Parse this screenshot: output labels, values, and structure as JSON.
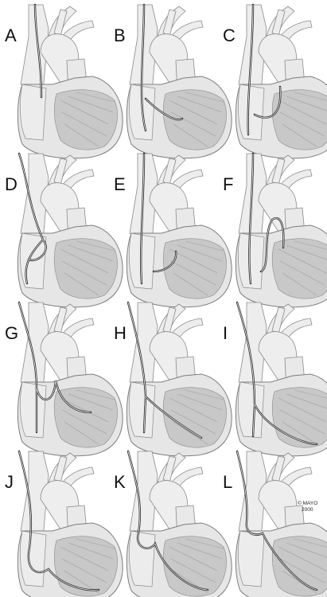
{
  "figure": {
    "panels": [
      {
        "label": "A",
        "catheter": "svc-down-to-ra"
      },
      {
        "label": "B",
        "catheter": "ra-to-rv-tricuspid"
      },
      {
        "label": "C",
        "catheter": "rv-loop-up"
      },
      {
        "label": "D",
        "catheter": "ra-loop-down"
      },
      {
        "label": "E",
        "catheter": "rv-advance"
      },
      {
        "label": "F",
        "catheter": "rv-outflow-up"
      },
      {
        "label": "G",
        "catheter": "rv-inflow"
      },
      {
        "label": "H",
        "catheter": "rv-apex"
      },
      {
        "label": "I",
        "catheter": "rv-apex-deep"
      },
      {
        "label": "J",
        "catheter": "ra-loop-apex"
      },
      {
        "label": "K",
        "catheter": "ra-high-loop-apex"
      },
      {
        "label": "L",
        "catheter": "svc-loop-apex"
      }
    ],
    "copyright_line1": "© MAYO",
    "copyright_line2": "2000"
  },
  "colors": {
    "heart_fill": "#e6e6e6",
    "heart_stroke": "#7d7d7d",
    "muscle_fill": "#c8c8c8",
    "vessel_fill": "#ededed",
    "catheter": "#2b2b2b"
  }
}
